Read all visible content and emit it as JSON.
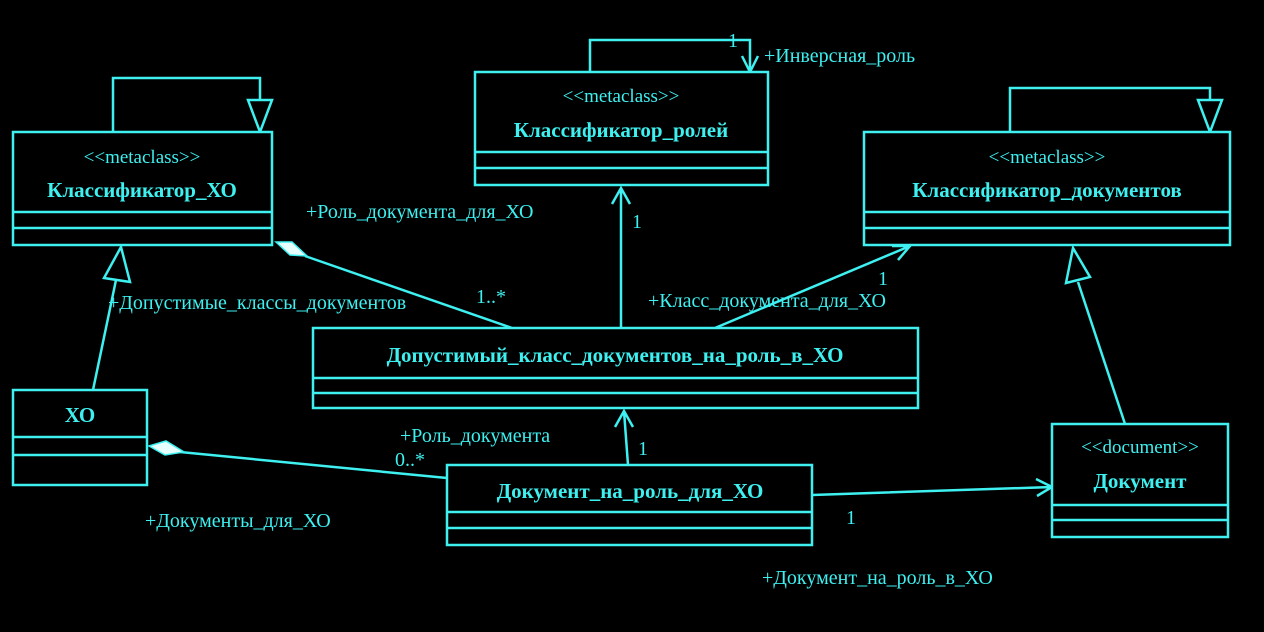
{
  "classes": {
    "klassifikator_xo": {
      "stereotype": "<<metaclass>>",
      "name": "Классификатор_ХО"
    },
    "klassifikator_roley": {
      "stereotype": "<<metaclass>>",
      "name": "Классификатор_ролей"
    },
    "klassifikator_dokumentov": {
      "stereotype": "<<metaclass>>",
      "name": "Классификатор_документов"
    },
    "dopustimyi_klass": {
      "name": "Допустимый_класс_документов_на_роль_в_ХО"
    },
    "xo": {
      "name": "ХО"
    },
    "dokument_na_rol": {
      "name": "Документ_на_роль_для_ХО"
    },
    "dokument": {
      "stereotype": "<<document>>",
      "name": "Документ"
    }
  },
  "labels": {
    "inverse_role": "+Инверсная_роль",
    "inverse_mult": "1",
    "role_doc_for_xo": "+Роль_документа_для_ХО",
    "role_doc_for_xo_mult": "1",
    "allowed_doc_classes": "+Допустимые_классы_документов",
    "allowed_doc_classes_mult": "1..*",
    "doc_class_for_xo": "+Класс_документа_для_ХО",
    "doc_class_for_xo_mult": "1",
    "doc_role": "+Роль_документа",
    "doc_role_mult_src": "0..*",
    "doc_role_mult": "1",
    "docs_for_xo": "+Документы_для_ХО",
    "doc_on_role": "+Документ_на_роль_в_ХО",
    "doc_on_role_mult": "1"
  },
  "colors": {
    "line": "#3ef0f0",
    "background": "#000000"
  }
}
